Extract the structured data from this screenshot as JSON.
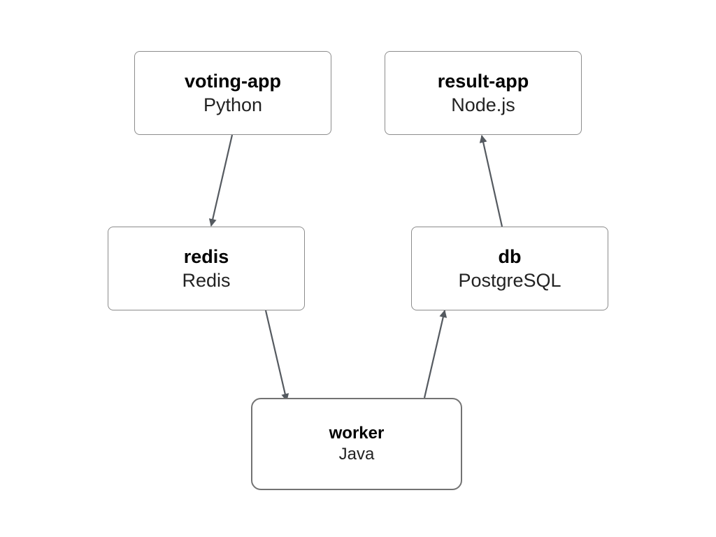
{
  "nodes": {
    "voting_app": {
      "name": "voting-app",
      "tech": "Python"
    },
    "result_app": {
      "name": "result-app",
      "tech": "Node.js"
    },
    "redis": {
      "name": "redis",
      "tech": "Redis"
    },
    "db": {
      "name": "db",
      "tech": "PostgreSQL"
    },
    "worker": {
      "name": "worker",
      "tech": "Java"
    }
  },
  "edges": [
    {
      "from": "voting-app",
      "to": "redis"
    },
    {
      "from": "redis",
      "to": "worker"
    },
    {
      "from": "worker",
      "to": "db"
    },
    {
      "from": "db",
      "to": "result-app"
    }
  ],
  "colors": {
    "edge": "#555a60",
    "node_border": "#8c8c8c"
  }
}
